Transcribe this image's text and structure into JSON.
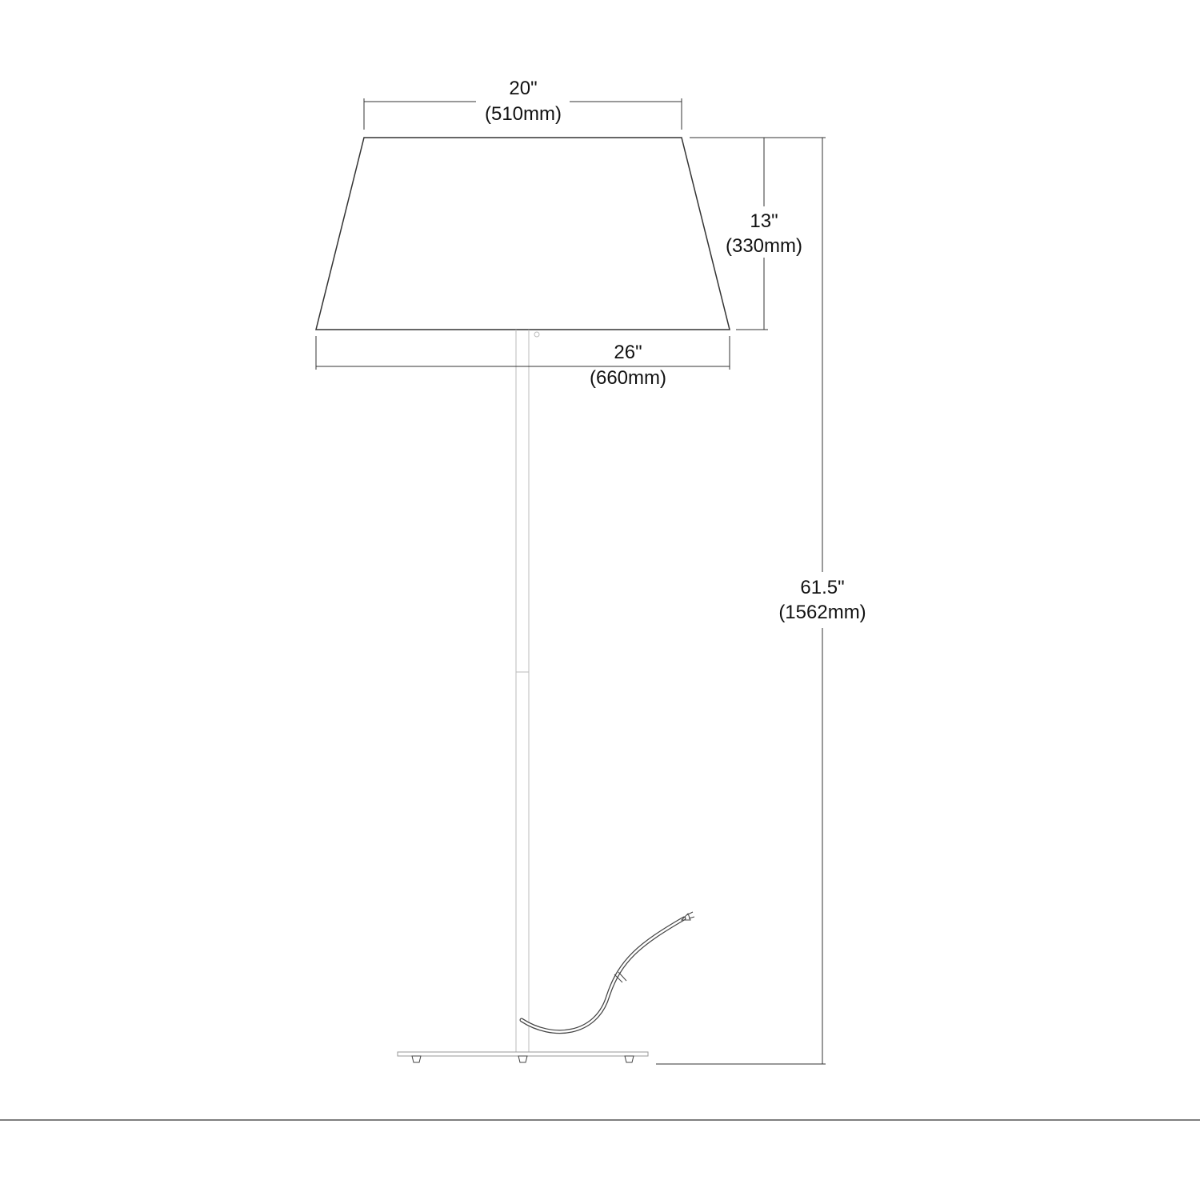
{
  "dimensions": {
    "top_width": {
      "imperial": "20\"",
      "metric": "(510mm)"
    },
    "shade_height": {
      "imperial": "13\"",
      "metric": "(330mm)"
    },
    "bottom_width": {
      "imperial": "26\"",
      "metric": "(660mm)"
    },
    "overall_height": {
      "imperial": "61.5\"",
      "metric": "(1562mm)"
    }
  }
}
